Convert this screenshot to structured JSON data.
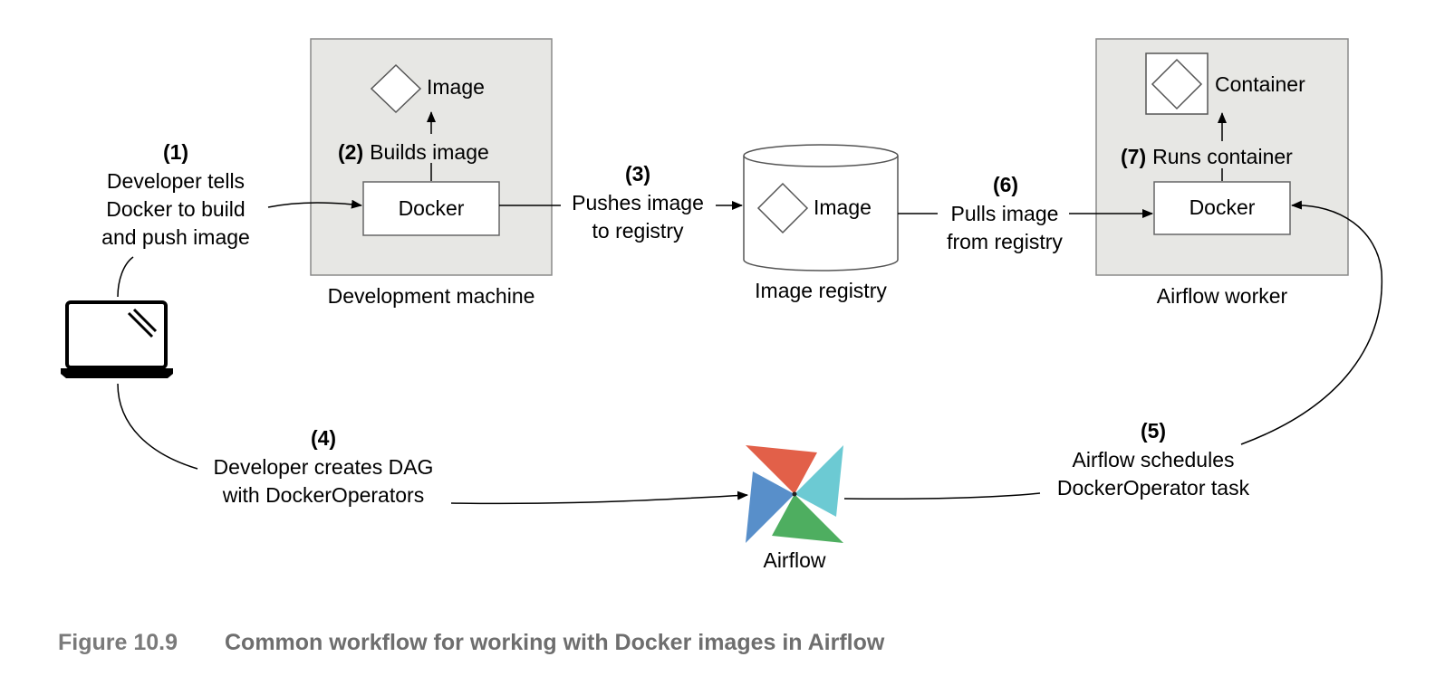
{
  "boxes": {
    "dev_machine": {
      "label": "Development machine",
      "image_label": "Image",
      "docker_label": "Docker",
      "step_num": "(2)",
      "step_text": "Builds image"
    },
    "registry": {
      "label": "Image registry",
      "image_label": "Image"
    },
    "worker": {
      "label": "Airflow worker",
      "container_label": "Container",
      "docker_label": "Docker",
      "step_num": "(7)",
      "step_text": "Runs container"
    }
  },
  "steps": {
    "s1": {
      "num": "(1)",
      "lines": [
        "Developer tells",
        "Docker to build",
        "and push image"
      ]
    },
    "s3": {
      "num": "(3)",
      "lines": [
        "Pushes image",
        "to registry"
      ]
    },
    "s4": {
      "num": "(4)",
      "lines": [
        "Developer creates DAG",
        "with DockerOperators"
      ]
    },
    "s5": {
      "num": "(5)",
      "lines": [
        "Airflow schedules",
        "DockerOperator task"
      ]
    },
    "s6": {
      "num": "(6)",
      "lines": [
        "Pulls image",
        "from registry"
      ]
    }
  },
  "airflow": {
    "label": "Airflow"
  },
  "caption": {
    "figure": "Figure 10.9",
    "text": "Common workflow for working with Docker images in Airflow"
  },
  "colors": {
    "box_fill": "#e7e7e4",
    "box_stroke": "#8a8a8a",
    "pinwheel": [
      "#e0523a",
      "#5fc6cf",
      "#3fa752",
      "#4a86c6"
    ]
  }
}
